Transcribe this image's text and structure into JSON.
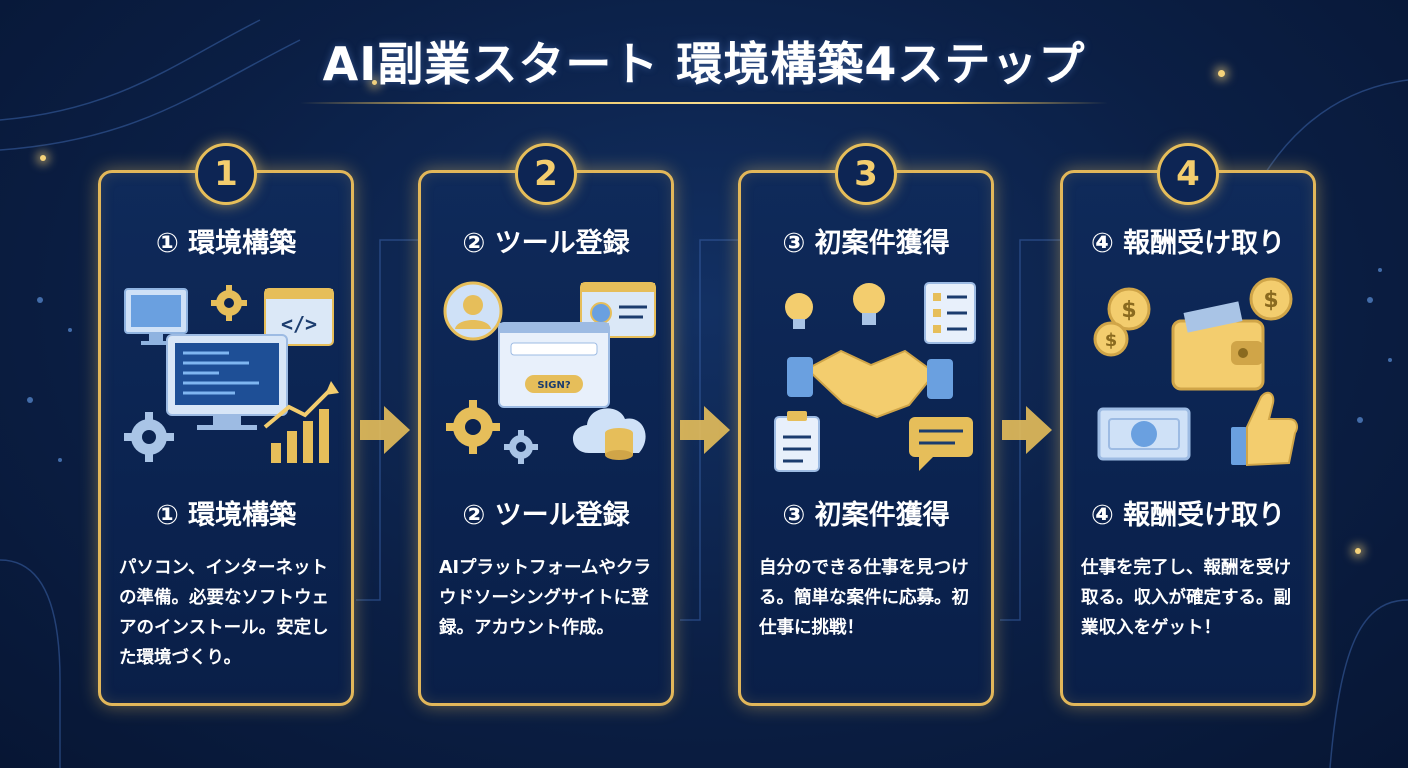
{
  "title": "AI副業スタート 環境構築4ステップ",
  "colors": {
    "background": "#0b1f45",
    "gold": "#e6be5a",
    "badge_text": "#f3cd6e",
    "text": "#ffffff"
  },
  "steps": [
    {
      "number": "1",
      "heading": "① 環境構築",
      "label": "① 環境構築",
      "description": "パソコン、インターネットの準備。必要なソフトウェアのインストール。安定した環境づくり。",
      "icons": [
        "monitor-icon",
        "gear-icon",
        "code-window-icon",
        "desktop-screen-icon",
        "gear-icon",
        "growth-chart-icon"
      ]
    },
    {
      "number": "2",
      "heading": "② ツール登録",
      "label": "② ツール登録",
      "description": "AIプラットフォームやクラウドソーシングサイトに登録。アカウント作成。",
      "sign_button_text": "SIGN?",
      "icons": [
        "user-icon",
        "profile-window-icon",
        "signup-form-icon",
        "gear-icon",
        "cloud-database-icon"
      ]
    },
    {
      "number": "3",
      "heading": "③ 初案件獲得",
      "label": "③ 初案件獲得",
      "description": "自分のできる仕事を見つける。簡単な案件に応募。初仕事に挑戦！",
      "icons": [
        "lightbulb-icon",
        "lightbulb-icon",
        "checklist-icon",
        "handshake-icon",
        "clipboard-icon",
        "chat-bubble-icon"
      ]
    },
    {
      "number": "4",
      "heading": "④ 報酬受け取り",
      "label": "④ 報酬受け取り",
      "description": "仕事を完了し、報酬を受け取る。収入が確定する。副業収入をゲット！",
      "icons": [
        "coin-icon",
        "wallet-icon",
        "coin-icon",
        "cash-bill-icon",
        "thumbs-up-icon"
      ]
    }
  ]
}
